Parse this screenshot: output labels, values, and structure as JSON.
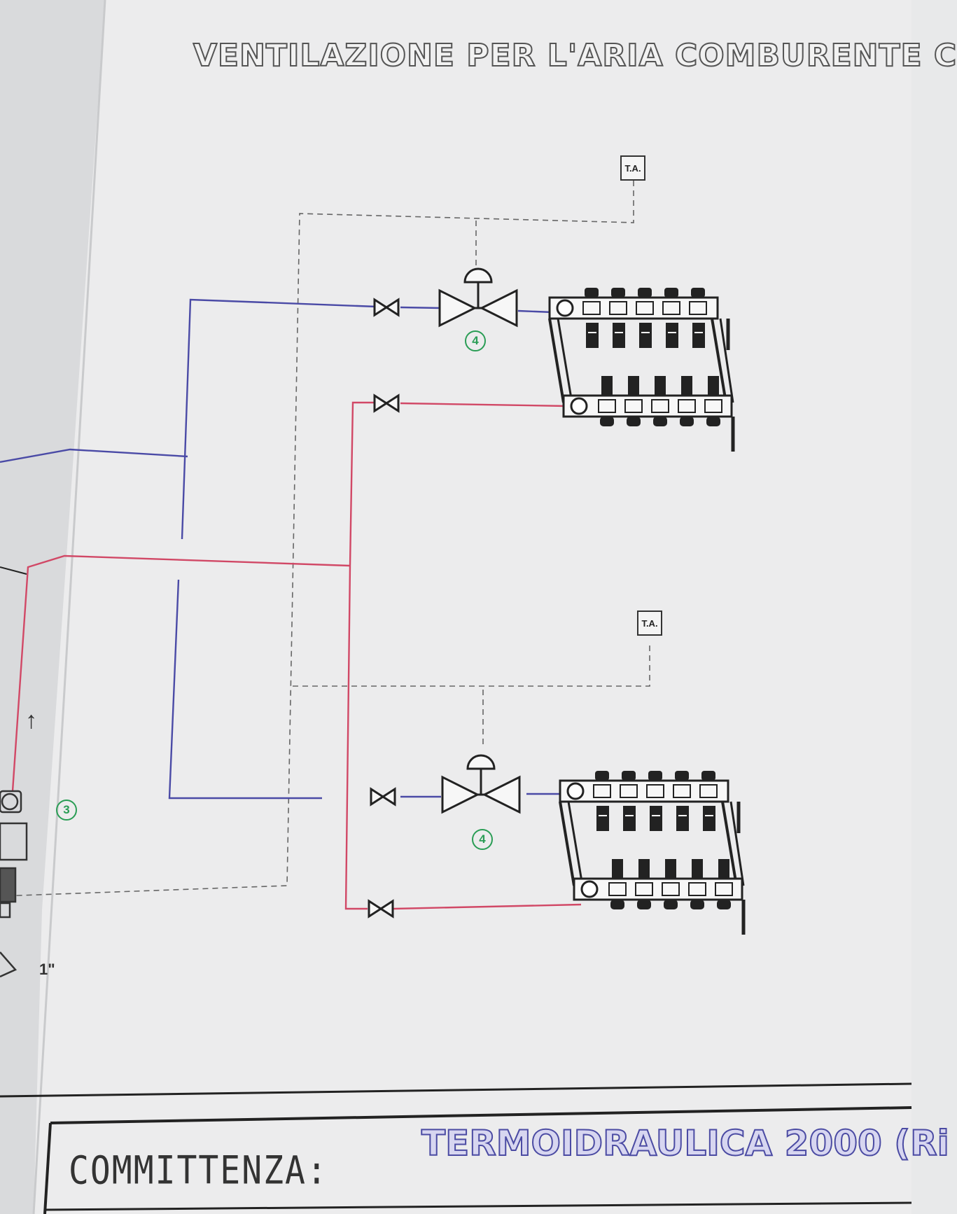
{
  "title": "VENTILAZIONE PER L'ARIA COMBURENTE C",
  "thermostat_label": "T.A.",
  "valve_number": "4",
  "pump_number": "3",
  "pipe_size": "1\"",
  "flow_arrow": "↑",
  "footer": {
    "label": "COMMITTENZA:",
    "value": "TERMOIDRAULICA 2000 (Ri"
  },
  "colors": {
    "supply_pipe": "#d14866",
    "return_pipe": "#4a4aa6",
    "control_wire": "#666666",
    "callout": "#2a9d55"
  },
  "manifold_outlets_per_bar": 5
}
